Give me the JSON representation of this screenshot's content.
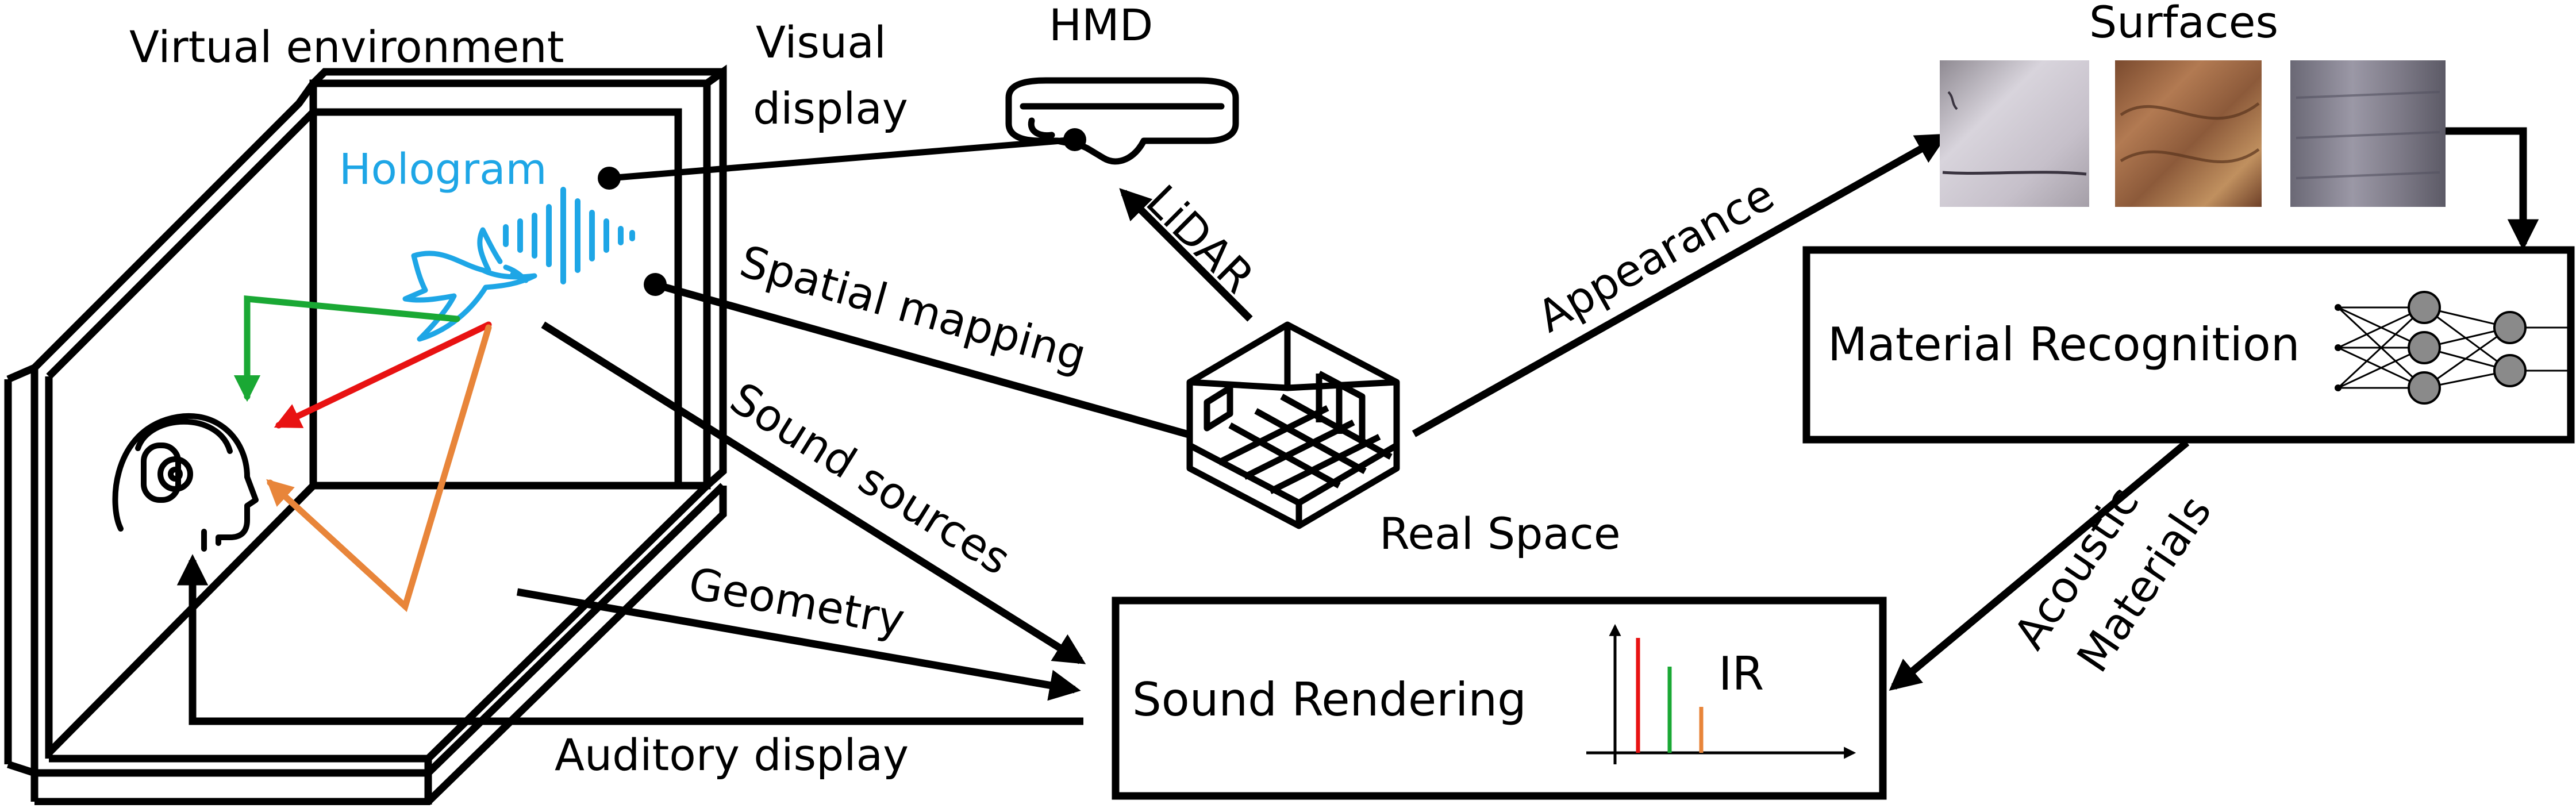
{
  "labels": {
    "virtual_environment": "Virtual environment",
    "hologram": "Hologram",
    "visual_display_line1": "Visual",
    "visual_display_line2": "display",
    "hmd": "HMD",
    "lidar": "LiDAR",
    "spatial_mapping": "Spatial mapping",
    "sound_sources": "Sound sources",
    "geometry": "Geometry",
    "auditory_display": "Auditory display",
    "real_space": "Real Space",
    "appearance": "Appearance",
    "surfaces": "Surfaces",
    "material_recognition": "Material Recognition",
    "acoustic_line1": "Acoustic",
    "acoustic_line2": "Materials",
    "sound_rendering": "Sound Rendering",
    "ir": "IR"
  },
  "colors": {
    "hologram_text": "#1ea6e6",
    "hummingbird": "#1ea6e6",
    "ray_direct": "#1aa834",
    "ray_reflect_1": "#e81212",
    "ray_reflect_2": "#e8853a",
    "stroke": "#000000",
    "neuron_fill": "#8a8a8a"
  },
  "icons": {
    "listener": "head-with-headphones-icon",
    "hologram": "hummingbird-icon",
    "sound_wave": "sound-wave-icon",
    "hmd": "vr-headset-icon",
    "real_space": "room-cube-icon",
    "neural_net": "neural-network-icon",
    "surfaces": [
      "plaster-surface-texture",
      "wood-surface-texture",
      "fabric-surface-texture"
    ]
  },
  "impulse_response": {
    "spike_colors": [
      "#e81212",
      "#1aa834",
      "#e8853a"
    ],
    "relative_heights": [
      1.0,
      0.75,
      0.4
    ]
  }
}
